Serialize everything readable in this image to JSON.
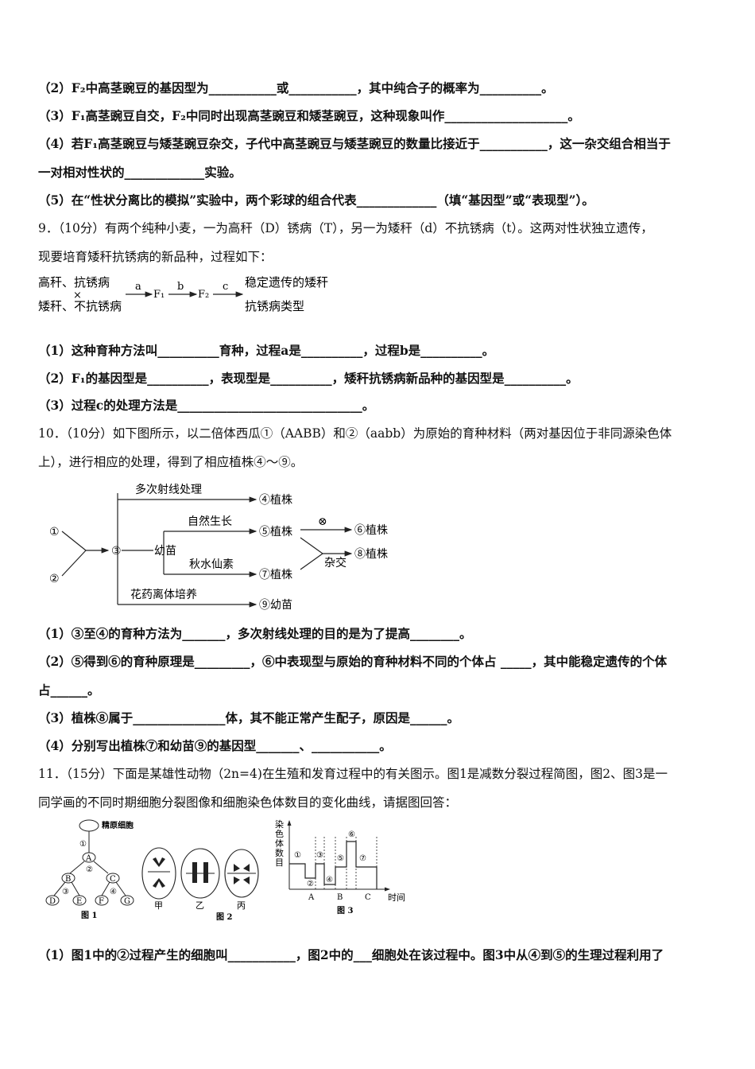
{
  "q8": {
    "l2": "（2）F₂中高茎豌豆的基因型为___________或___________，其中纯合子的概率为__________。",
    "l3": "（3）F₁高茎豌豆自交，F₂中同时出现高茎豌豆和矮茎豌豆，这种现象叫作____________________。",
    "l4a": "（4）若F₁高茎豌豆与矮茎豌豆杂交，子代中高茎豌豆与矮茎豌豆的数量比接近于___________，这一杂交组合相当于",
    "l4b": "一对相对性状的_____________实验。",
    "l5": "（5）在“性状分离比的模拟”实验中，两个彩球的组合代表_____________（填“基因型”或“表现型”）。"
  },
  "q9": {
    "stem_a": "9．（10分）有两个纯种小麦，一为高秆（D）锈病（T），另一为矮秆（d）不抗锈病（t）。这两对性状独立遗传，",
    "stem_b": "现要培育矮秆抗锈病的新品种，过程如下：",
    "scheme": {
      "p1": "高秆、抗锈病",
      "cross": "×",
      "p2": "矮秆、不抗锈病",
      "a": "a",
      "f1": "F₁",
      "b": "b",
      "f2": "F₂",
      "c": "c",
      "r1": "稳定遗传的矮秆",
      "r2": "抗锈病类型"
    },
    "l1": "（1）这种育种方法叫__________育种，过程a是__________，过程b是__________。",
    "l2": "（2）F₁的基因型是__________，表现型是__________，矮秆抗锈病新品种的基因型是__________。",
    "l3": "（3）过程c的处理方法是______________________________。"
  },
  "q10": {
    "stem_a": "10．（10分）如下图所示，以二倍体西瓜①（AABB）和②（aabb）为原始的育种材料（两对基因位于非同源染色体",
    "stem_b": "上），进行相应的处理，得到了相应植株④～⑨。",
    "diagram": {
      "n1": "①",
      "n2": "②",
      "n3": "③",
      "youmiao": "幼苗",
      "t_ray": "多次射线处理",
      "r4": "④植株",
      "t_nat": "自然生长",
      "r5": "⑤植株",
      "self": "⊗",
      "r6": "⑥植株",
      "t_col": "秋水仙素",
      "r7": "⑦植株",
      "hybrid": "杂交",
      "r8": "⑧植株",
      "t_anther": "花药离体培养",
      "r9": "⑨幼苗"
    },
    "l1": "（1）③至④的育种方法为_______，多次射线处理的目的是为了提高________。",
    "l2a": "（2）⑤得到⑥的育种原理是_________，⑥中表现型与原始的育种材料不同的个体占 _____，其中能稳定遗传的个体",
    "l2b": "占______。",
    "l3": "（3）植株⑧属于_______________体，其不能正常产生配子，原因是______。",
    "l4": "（4）分别写出植株⑦和幼苗⑨的基因型_______、___________。"
  },
  "q11": {
    "stem_a": "11．（15分）下面是某雄性动物（2n=4)在生殖和发育过程中的有关图示。图1是减数分裂过程简图，图2、图3是一",
    "stem_b": "同学画的不同时期细胞分裂图像和细胞染色体数目的变化曲线，请据图回答：",
    "fig1": {
      "top": "精原细胞",
      "s1": "①",
      "A": "A",
      "s2": "②",
      "B": "B",
      "C": "C",
      "s3": "③",
      "s4": "④",
      "D": "D",
      "E": "E",
      "F": "F",
      "G": "G",
      "caption": "图 1"
    },
    "fig2": {
      "jia": "甲",
      "yi": "乙",
      "bing": "丙",
      "caption": "图 2"
    },
    "fig3": {
      "ylabel": [
        "染",
        "色",
        "体",
        "数",
        "目"
      ],
      "xA": "A",
      "xB": "B",
      "xC": "C",
      "xlabel": "时间",
      "m1": "①",
      "m2": "②",
      "m3": "③",
      "m4": "④",
      "m5": "⑤",
      "m6": "⑥",
      "m7": "⑦",
      "caption": "图 3"
    },
    "l1": "（1）图1中的②过程产生的细胞叫___________，图2中的___细胞处在该过程中。图3中从④到⑤的生理过程利用了"
  }
}
